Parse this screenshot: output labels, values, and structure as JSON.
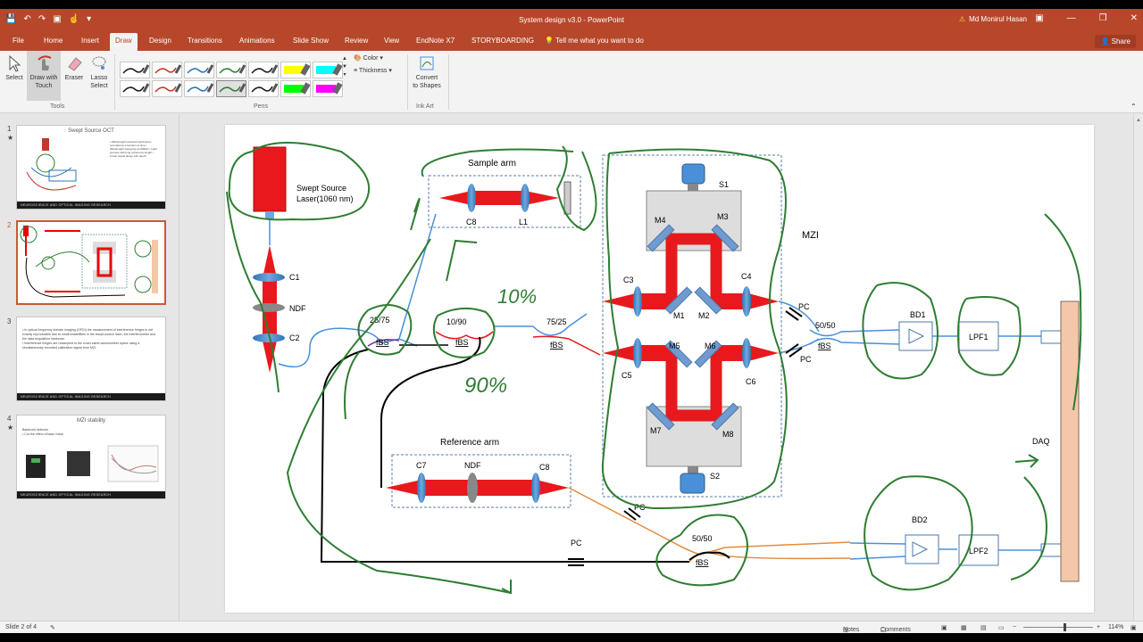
{
  "window": {
    "title": "System design v3.0 - PowerPoint",
    "user": "Md Monirul Hasan"
  },
  "tabs": {
    "file": "File",
    "home": "Home",
    "insert": "Insert",
    "draw": "Draw",
    "design": "Design",
    "transitions": "Transitions",
    "animations": "Animations",
    "slideshow": "Slide Show",
    "review": "Review",
    "view": "View",
    "endnote": "EndNote X7",
    "storyboarding": "STORYBOARDING",
    "tellme": "Tell me what you want to do",
    "share": "Share"
  },
  "ribbon": {
    "select": "Select",
    "draw_touch_1": "Draw with",
    "draw_touch_2": "Touch",
    "eraser": "Eraser",
    "lasso_1": "Lasso",
    "lasso_2": "Select",
    "tools_group": "Tools",
    "pens_group": "Pens",
    "color": "Color",
    "thickness": "Thickness",
    "convert_1": "Convert",
    "convert_2": "to Shapes",
    "inkart_group": "Ink Art",
    "pen_colors": [
      "#1a1a1a",
      "#c0392b",
      "#2e75b6",
      "#2e7d32",
      "#1a1a1a",
      "#ffff00",
      "#00ffff",
      "#1a1a1a",
      "#c0392b",
      "#2e75b6",
      "#2e7d32",
      "#1a1a1a",
      "#00ff00",
      "#ff00ff"
    ]
  },
  "thumbnails": [
    {
      "num": "1",
      "title": "Swept Source OCT",
      "body": "• Wavelength resolved interference recorded as a function of time\n• Wavelength sweeping at 100kHz\n• Light sources with long coherence length\n• Linear signal decay with depth",
      "footer": "NEUROSCIENCE AND OPTICAL IMAGING RESEARCH"
    },
    {
      "num": "2",
      "title": "",
      "body": "",
      "footer": ""
    },
    {
      "num": "3",
      "title": "",
      "body": "• In optical frequency domain imaging (OFDI) the measurement of interference fringes is not exactly reproducible due to small instabilities in the swept-source laser, the interferometer and the data acquisition hardware.\n• Interference fringes are resampled to the exact same wavenumber space using a simultaneously recorded calibration signal from MZI.",
      "footer": "NEUROSCIENCE AND OPTICAL IMAGING RESEARCH"
    },
    {
      "num": "4",
      "title": "MZI stability",
      "body": "Balanced detector\n• Cut the effect of laser noise",
      "footer": "NEUROSCIENCE AND OPTICAL IMAGING RESEARCH"
    }
  ],
  "slide": {
    "laser": "Swept Source",
    "laser2": "Laser(1060 nm)",
    "c1": "C1",
    "ndf": "NDF",
    "c2": "C2",
    "sample_arm": "Sample arm",
    "c8_top": "C8",
    "l1": "L1",
    "split_2575": "25/75",
    "fbs": "fBS",
    "split_1090": "10/90",
    "split_7525": "75/25",
    "hand_10": "10%",
    "hand_90": "90%",
    "reference_arm": "Reference arm",
    "c7": "C7",
    "ndf_ref": "NDF",
    "c8_ref": "C8",
    "mzi": "MZI",
    "s1": "S1",
    "s2": "S2",
    "m1": "M1",
    "m2": "M2",
    "m3": "M3",
    "m4": "M4",
    "m5": "M5",
    "m6": "M6",
    "m7": "M7",
    "m8": "M8",
    "c3": "C3",
    "c4": "C4",
    "c5": "C5",
    "c6": "C6",
    "pc": "PC",
    "split_5050": "50/50",
    "bd1": "BD1",
    "bd2": "BD2",
    "lpf1": "LPF1",
    "lpf2": "LPF2",
    "daq": "DAQ"
  },
  "status": {
    "slide": "Slide 2 of 4",
    "notes": "Notes",
    "comments": "Comments",
    "zoom": "114%"
  }
}
